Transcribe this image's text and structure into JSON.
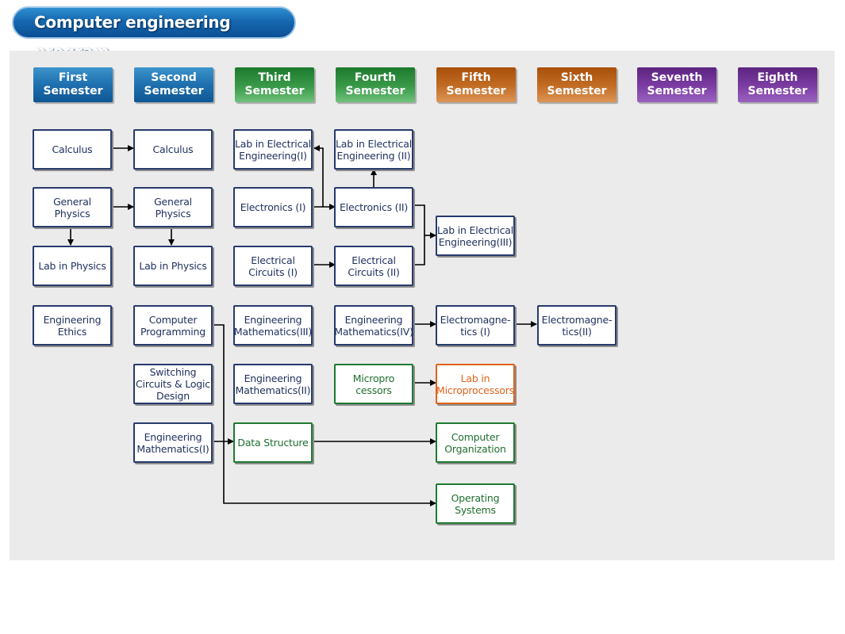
{
  "title": "Computer engineering program",
  "semesters": [
    {
      "line1": "First",
      "line2": "Semester",
      "color": "#1f6fae"
    },
    {
      "line1": "Second",
      "line2": "Semester",
      "color": "#1f6fae"
    },
    {
      "line1": "Third",
      "line2": "Semester",
      "color": "#2a8a3a"
    },
    {
      "line1": "Fourth",
      "line2": "Semester",
      "color": "#2a8a3a"
    },
    {
      "line1": "Fifth",
      "line2": "Semester",
      "color": "#c06a22"
    },
    {
      "line1": "Sixth",
      "line2": "Semester",
      "color": "#c06a22"
    },
    {
      "line1": "Seventh",
      "line2": "Semester",
      "color": "#7a3aa0"
    },
    {
      "line1": "Eighth",
      "line2": "Semester",
      "color": "#7a3aa0"
    }
  ],
  "courses": {
    "calculus_1": "Calculus",
    "calculus_2": "Calculus",
    "general_physics_1": "General Physics",
    "general_physics_2": "General Physics",
    "lab_physics_1": "Lab in Physics",
    "lab_physics_2": "Lab in Physics",
    "engineering_ethics": "Engineering Ethics",
    "computer_programming": "Computer Programming",
    "switching_circuits": "Switching Circuits & Logic Design",
    "engineering_math_1": "Engineering Mathematics(I)",
    "lab_ee_1": "Lab in Electrical Engineering(I)",
    "electronics_1": "Electronics (I)",
    "electrical_circuits_1": "Electrical Circuits (I)",
    "engineering_math_3": "Engineering Mathematics(III)",
    "engineering_math_2": "Engineering Mathematics(II)",
    "data_structure": "Data Structure",
    "lab_ee_2": "Lab in Electrical Engineering (II)",
    "electronics_2": "Electronics (II)",
    "electrical_circuits_2": "Electrical Circuits (II)",
    "engineering_math_4": "Engineering Mathematics(IV)",
    "microprocessors": "Micropro cessors",
    "lab_ee_3": "Lab in Electrical Engineering(III)",
    "electromagnetics_1": "Electromagne- tics (I)",
    "lab_microprocessors": "Lab in Microprocessors",
    "computer_organization": "Computer Organization",
    "operating_systems": "Operating Systems",
    "electromagnetics_2": "Electromagne- tics(II)"
  },
  "colors": {
    "course_border": "#283a6c",
    "course_text": "#1f2f5e",
    "green_course": "#1f7a33",
    "orange_course": "#e0621a",
    "panel_bg": "#ebebeb",
    "arrow": "#000000"
  }
}
